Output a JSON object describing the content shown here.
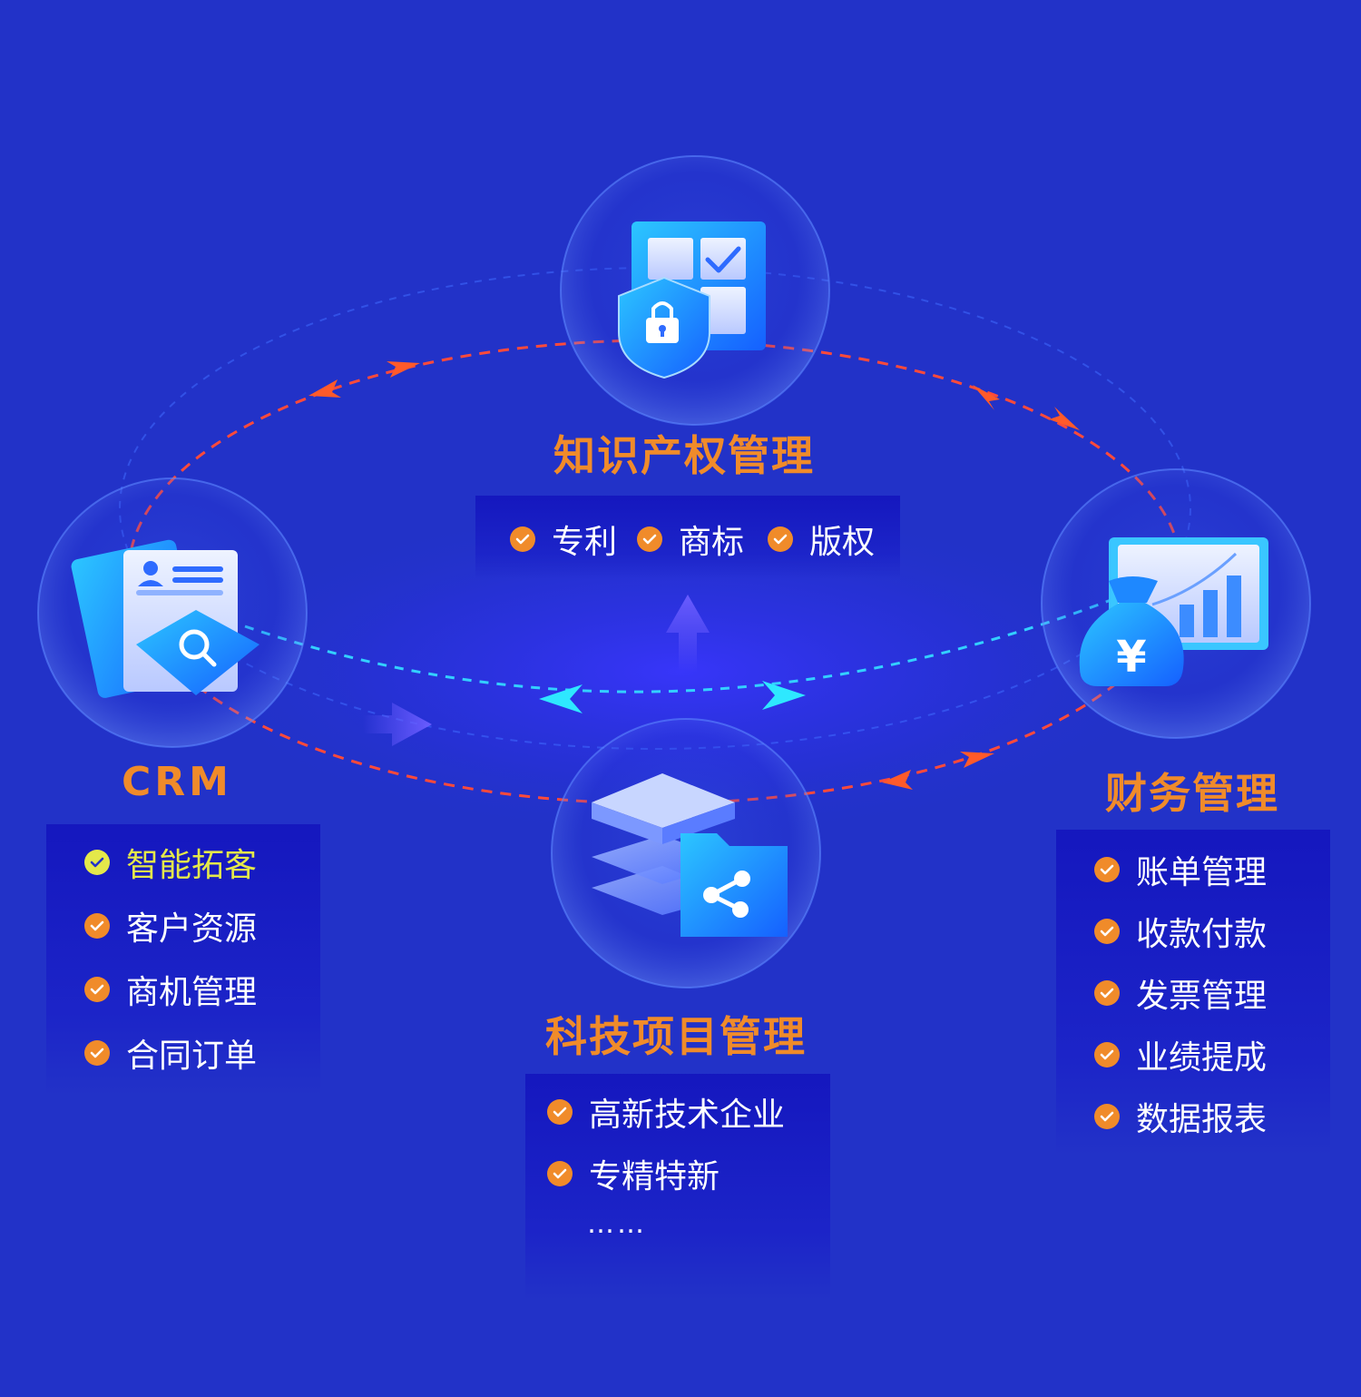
{
  "colors": {
    "background": "#2232c8",
    "accent_orange": "#f08b2a",
    "highlight_yellow": "#e4e84a",
    "red_dash": "#ff4a3a",
    "cyan_dash": "#33d0ff"
  },
  "nodes": {
    "ip": {
      "title": "知识产权管理",
      "icon": "shield-lock-grid-icon",
      "items": [
        "专利",
        "商标",
        "版权"
      ]
    },
    "crm": {
      "title": "CRM",
      "icon": "contact-card-search-icon",
      "items": [
        "智能拓客",
        "客户资源",
        "商机管理",
        "合同订单"
      ],
      "highlighted_item": "智能拓客"
    },
    "finance": {
      "title": "财务管理",
      "icon": "money-bag-chart-icon",
      "items": [
        "账单管理",
        "收款付款",
        "发票管理",
        "业绩提成",
        "数据报表"
      ]
    },
    "tech": {
      "title": "科技项目管理",
      "icon": "layers-share-folder-icon",
      "items": [
        "高新技术企业",
        "专精特新"
      ],
      "more": "……"
    }
  }
}
